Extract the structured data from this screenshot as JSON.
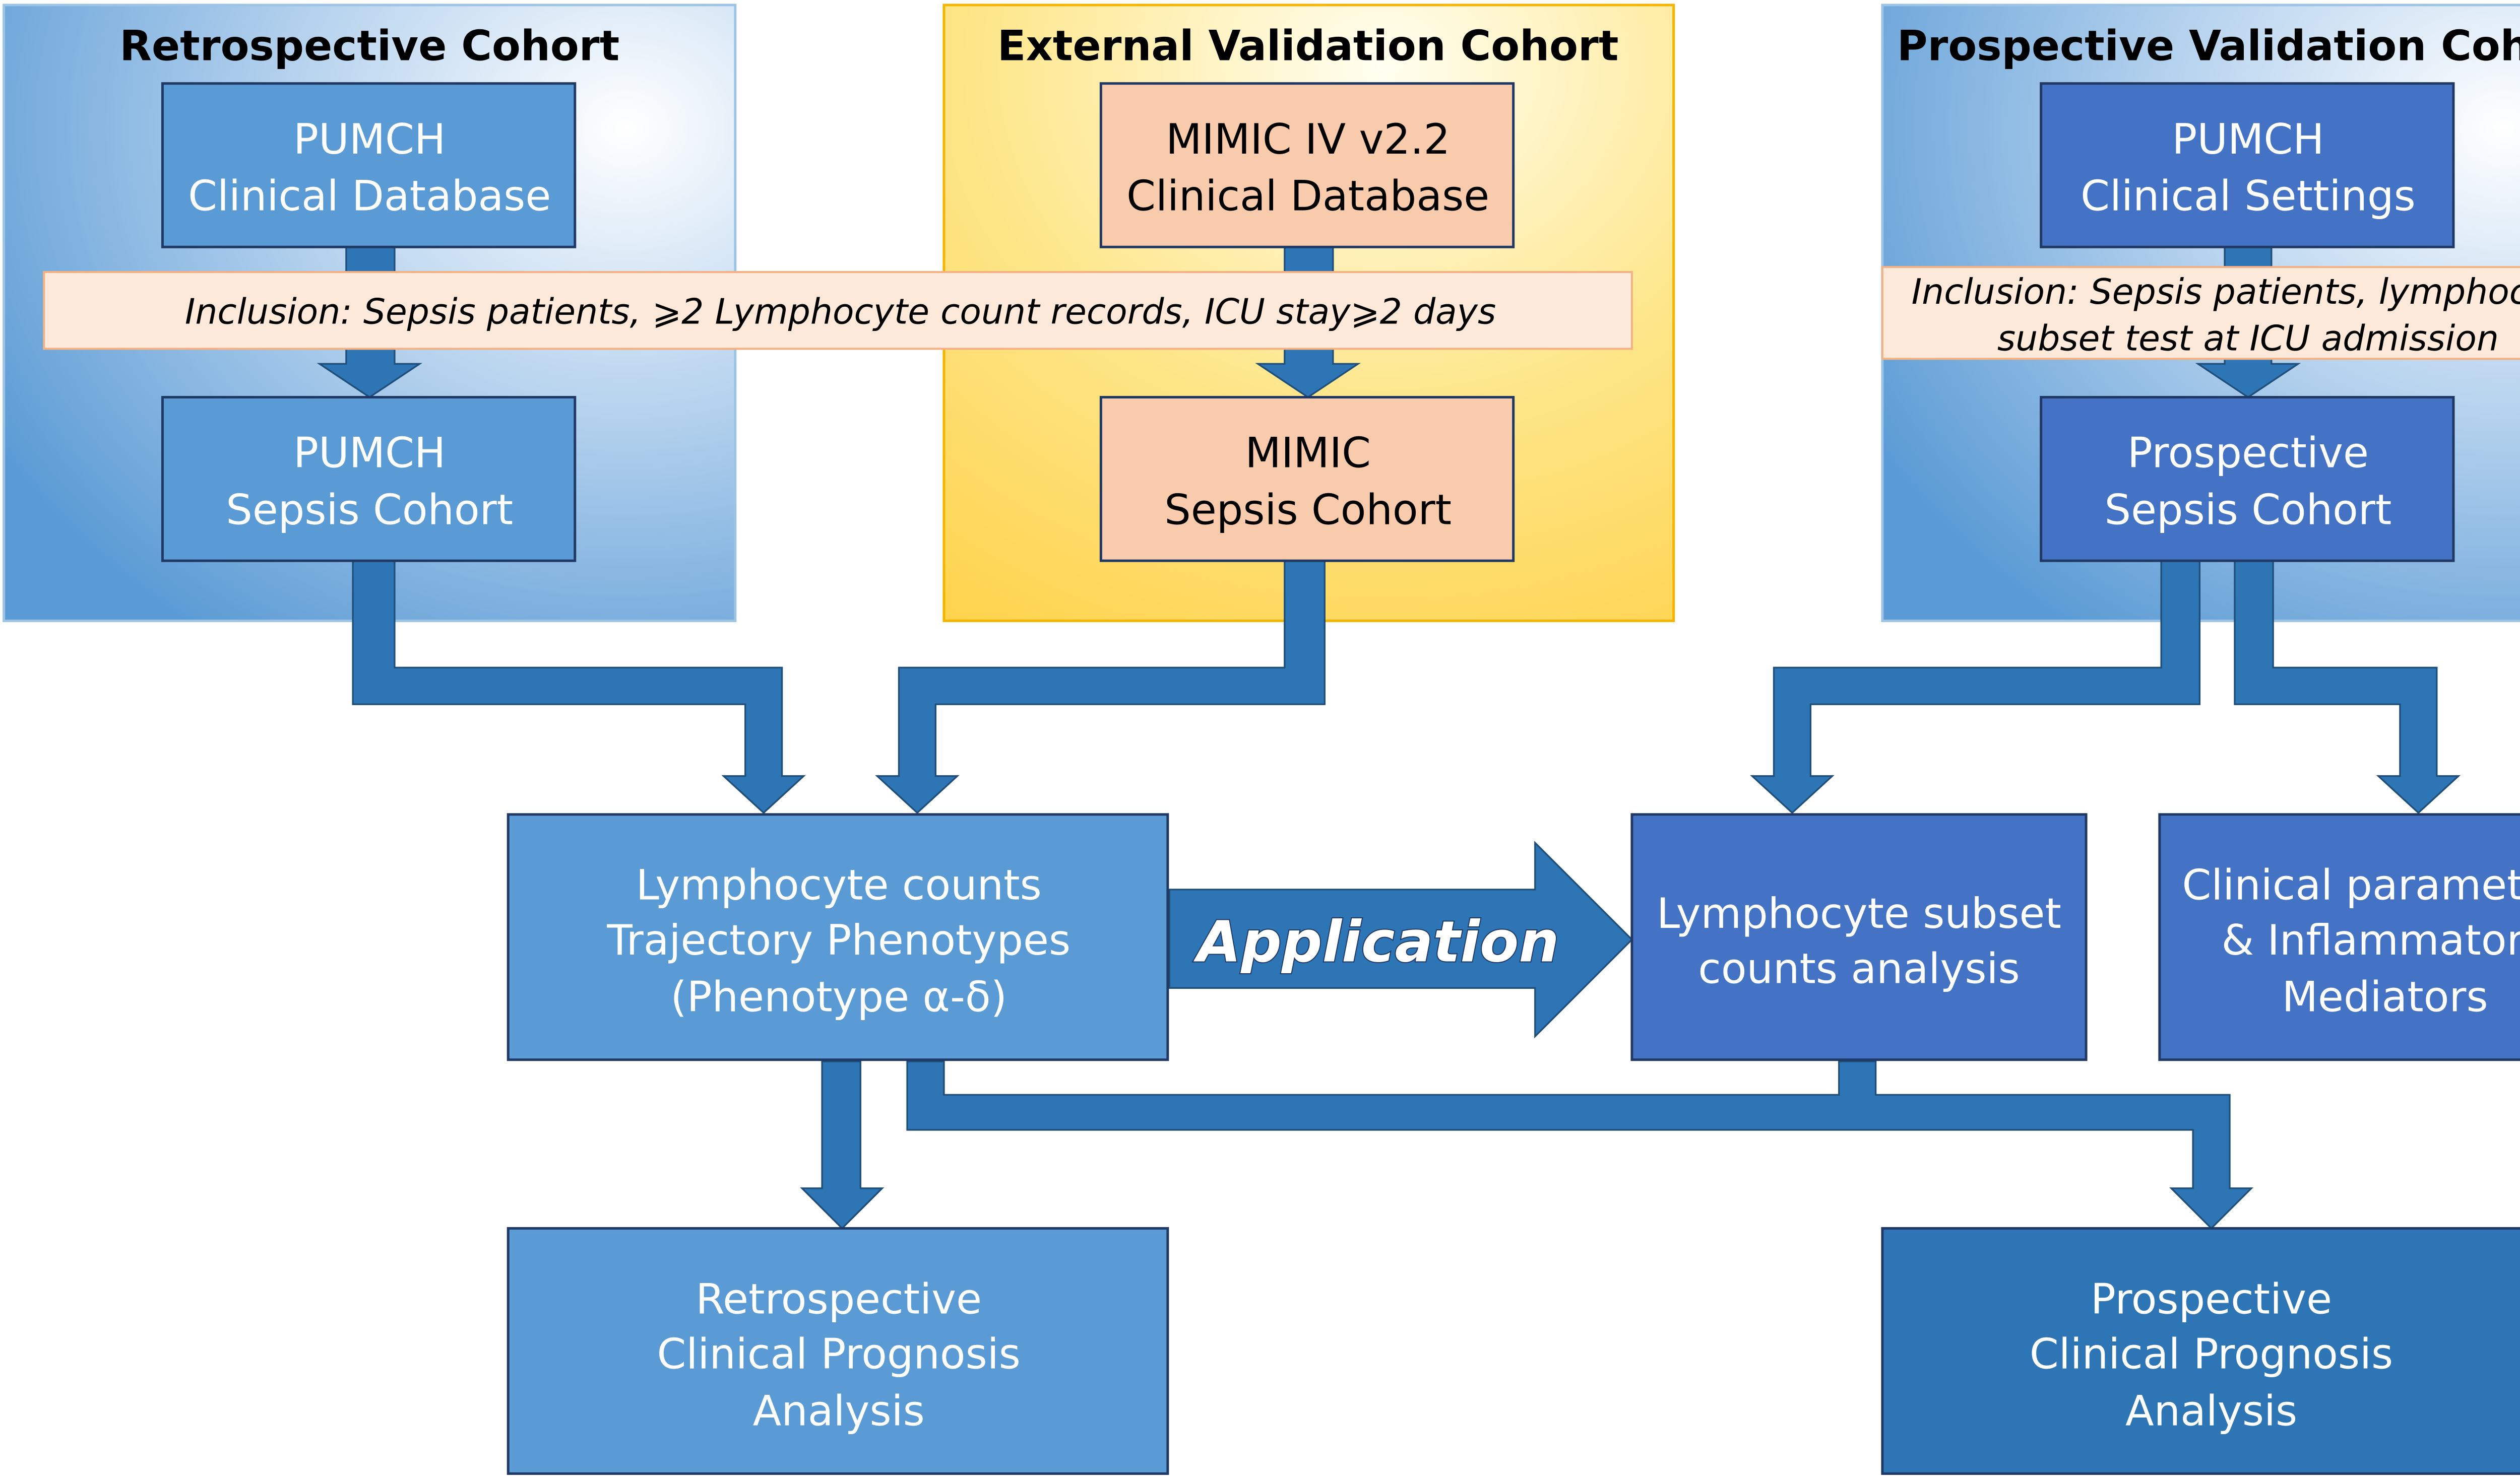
{
  "cohorts": {
    "retrospective": {
      "title": "Retrospective Cohort",
      "source_line1": "PUMCH",
      "source_line2": "Clinical Database",
      "cohort_line1": "PUMCH",
      "cohort_line2": "Sepsis Cohort"
    },
    "external": {
      "title": "External Validation Cohort",
      "source_line1": "MIMIC IV v2.2",
      "source_line2": "Clinical Database",
      "cohort_line1": "MIMIC",
      "cohort_line2": "Sepsis Cohort"
    },
    "prospective": {
      "title": "Prospective Validation Cohort",
      "source_line1": "PUMCH",
      "source_line2": "Clinical Settings",
      "cohort_line1": "Prospective",
      "cohort_line2": "Sepsis Cohort"
    }
  },
  "inclusion": {
    "retro_external": "Inclusion: Sepsis patients, ⩾2 Lymphocyte count records, ICU stay⩾2 days",
    "prospective_line1": "Inclusion: Sepsis patients, lymphocyte",
    "prospective_line2": "subset test at ICU admission"
  },
  "analysis": {
    "phenotypes_line1": "Lymphocyte counts",
    "phenotypes_line2": "Trajectory Phenotypes",
    "phenotypes_line3": "(Phenotype α-δ)",
    "application": "Application",
    "subset_line1": "Lymphocyte subset",
    "subset_line2": "counts analysis",
    "clinical_line1": "Clinical parameters",
    "clinical_line2": "& Inflammatory",
    "clinical_line3": "Mediators"
  },
  "outcomes": {
    "retro_line1": "Retrospective",
    "retro_line2": "Clinical Prognosis",
    "retro_line3": "Analysis",
    "prosp_line1": "Prospective",
    "prosp_line2": "Clinical Prognosis",
    "prosp_line3": "Analysis"
  },
  "colors": {
    "panel_blue": "#bcd6ee",
    "panel_yellow": "#fde68a",
    "box_light_blue": "#5b9bd5",
    "box_mid_blue": "#4472c4",
    "box_dark_blue": "#2e75b6",
    "box_salmon": "#f8cbad",
    "inclusion_fill": "#fde9d9",
    "arrow_blue": "#2e75b6",
    "stroke_dark": "#1f3864"
  }
}
